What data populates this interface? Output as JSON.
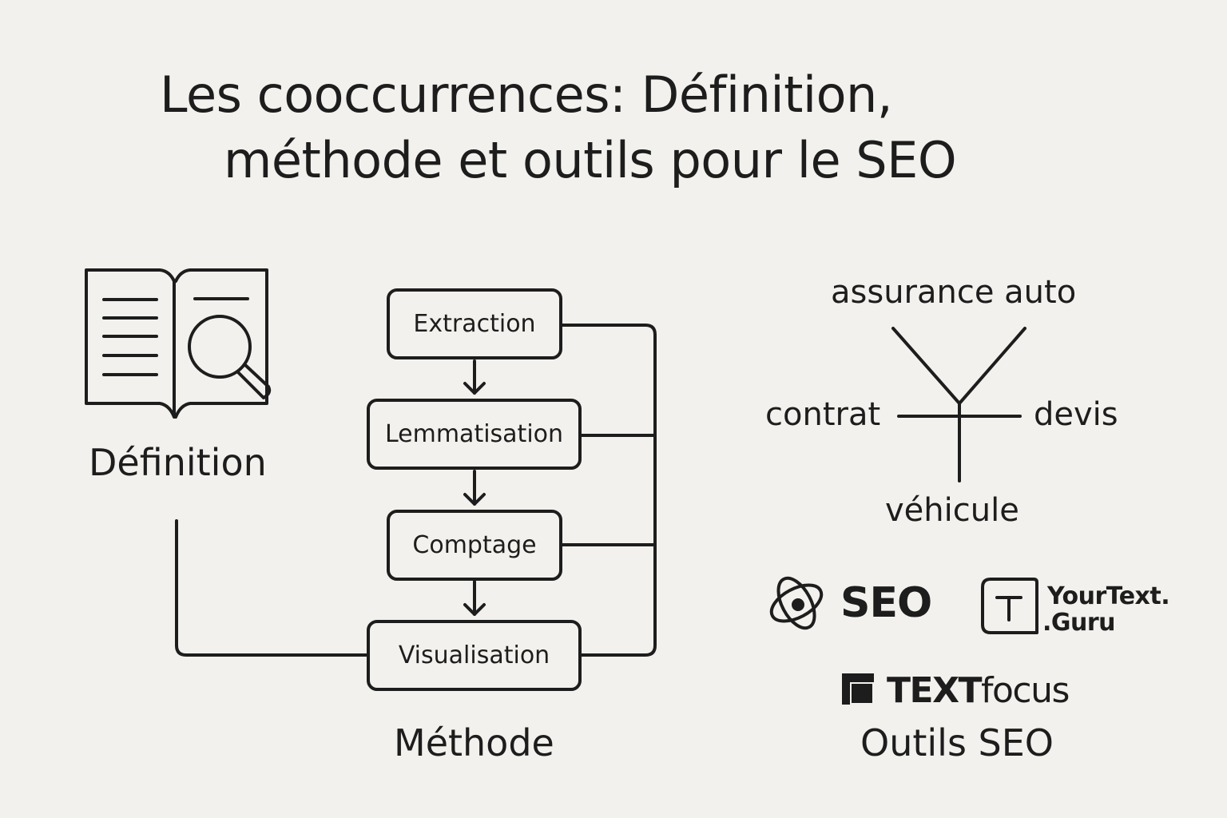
{
  "title": {
    "line1": "Les cooccurrences: Définition,",
    "line2": "méthode et outils pour le SEO"
  },
  "definition": {
    "icon": "open-book-magnifier-icon",
    "label": "Définition"
  },
  "methode": {
    "steps": [
      "Extraction",
      "Lemmatisation",
      "Comptage",
      "Visualisation"
    ],
    "label": "Méthode"
  },
  "cooccurrence": {
    "center": "assurance auto",
    "left": "contrat",
    "right": "devis",
    "bottom": "véhicule"
  },
  "outils": {
    "tools": [
      {
        "name": "SEO",
        "icon": "seo-swirl-logo-icon"
      },
      {
        "name_line1": "YourText.",
        "name_line2": ".Guru",
        "icon": "t-box-logo-icon"
      },
      {
        "name_bold": "TEXT",
        "name_rest": "focus",
        "icon": "textfocus-square-logo-icon"
      }
    ],
    "label": "Outils SEO"
  },
  "colors": {
    "background": "#f3f1ed",
    "ink": "#1d1d1d"
  }
}
